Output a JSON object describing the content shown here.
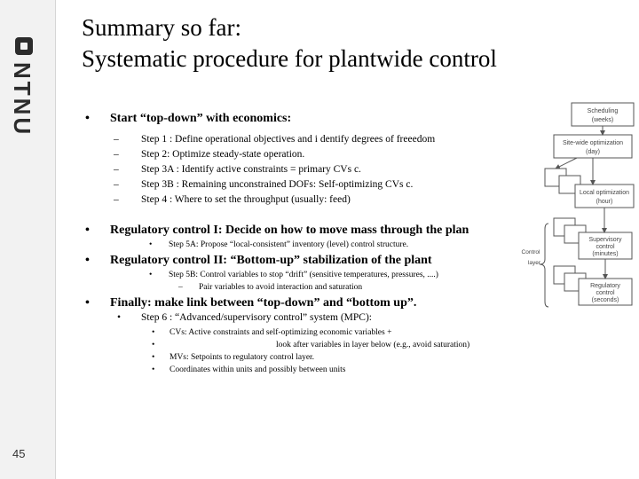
{
  "logo": {
    "text": "NTNU"
  },
  "page_number": "45",
  "title": {
    "line1": "Summary so far:",
    "line2": "Systematic procedure for plantwide control"
  },
  "sections": [
    {
      "bullet": "•",
      "text": "Start “top-down” with economics:"
    },
    {
      "bullet": "•",
      "text": "Regulatory control I: Decide on how to move mass through the plan"
    },
    {
      "bullet": "•",
      "text": "Regulatory control II: “Bottom-up” stabilization of the plant"
    },
    {
      "bullet": "•",
      "text": "Finally: make link between “top-down” and “bottom up”."
    }
  ],
  "steps": [
    {
      "dash": "–",
      "text": "Step 1 : Define operational objectives and i   dentify degrees of freeedom"
    },
    {
      "dash": "–",
      "text": "Step 2:  Optimize steady-state operation."
    },
    {
      "dash": "–",
      "text": "Step 3A : Identify active constraints = primary CVs      c."
    },
    {
      "dash": "–",
      "text": "Step 3B : Remaining unconstrained DOFs: Self-optimizing CVs          c."
    },
    {
      "dash": "–",
      "text": "Step 4 : Where to set the throughput (usually: feed)"
    }
  ],
  "step5a": {
    "bullet": "•",
    "text": "Step 5A:  Propose “local-consistent” inventory (level) control structure."
  },
  "step5b": {
    "bullet": "•",
    "text": "Step 5B:  Control variables to stop “drift” (sensitive temperatures, pressures, ....)"
  },
  "step5b_sub": {
    "dash": "–",
    "text": "Pair variables to avoid interaction and saturation"
  },
  "step6": {
    "bullet": "•",
    "text": "Step 6 : “Advanced/supervisory control” system (MPC):"
  },
  "step6_items": [
    {
      "bullet": "•",
      "text": "CVs: Active constraints and self-optimizing economic variables +"
    },
    {
      "bullet": "•",
      "text": "look after variables in layer below (e.g., avoid saturation)"
    },
    {
      "bullet": "•",
      "text": "MVs: Setpoints to regulatory control layer."
    },
    {
      "bullet": "•",
      "text": "Coordinates within units and possibly between units"
    }
  ],
  "hierarchy": {
    "boxes": [
      {
        "line1": "Scheduling",
        "line2": "(weeks)"
      },
      {
        "line1": "Site-wide optimization",
        "line2": "(day)"
      },
      {
        "line1": "Local optimization",
        "line2": "(hour)"
      },
      {
        "line1": "Supervisory",
        "line2": "control",
        "line3": "(minutes)"
      },
      {
        "line1": "Regulatory",
        "line2": "control",
        "line3": "(seconds)"
      }
    ],
    "control_layer_label": {
      "line1": "Control",
      "line2": "layer"
    }
  }
}
